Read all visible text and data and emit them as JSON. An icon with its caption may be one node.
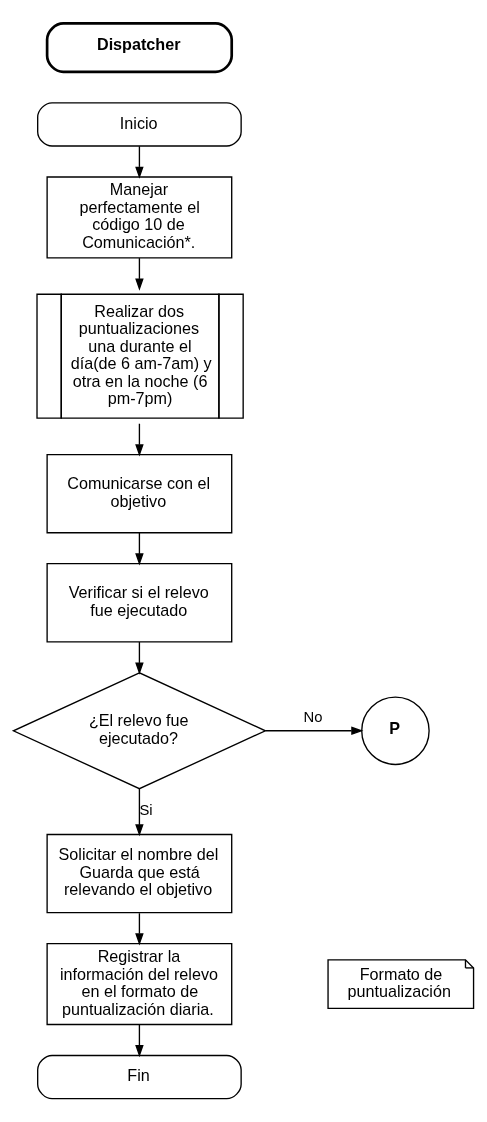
{
  "diagram": {
    "nodes": [
      {
        "text": [
          "Dispatcher"
        ]
      },
      {
        "text": [
          "Inicio"
        ]
      },
      {
        "text": [
          "Manejar perfectamente el código 10 de Comunicación*."
        ]
      },
      {
        "text": [
          "Realizar dos puntualizaciones una durante el día(de 6 am-7am) y otra en la noche (6 pm-7pm)"
        ]
      },
      {
        "text": [
          "Comunicarse con el objetivo"
        ]
      },
      {
        "text": [
          "Verificar si el relevo fue ejecutado"
        ]
      },
      {
        "text": [
          "¿El relevo fue ejecutado?"
        ]
      },
      {
        "text": [
          "P"
        ]
      },
      {
        "text": [
          "Solicitar el nombre del Guarda que está relevando el objetivo"
        ]
      },
      {
        "text": [
          "Registrar la información del relevo en el formato de puntualización diaria."
        ]
      },
      {
        "text": [
          "Formato de puntualización"
        ]
      },
      {
        "text": [
          "Fin"
        ]
      }
    ],
    "edges": [
      {
        "from": 1,
        "to": 2,
        "arrow": "to"
      },
      {
        "from": 2,
        "to": 3,
        "arrow": "to"
      },
      {
        "from": 3,
        "to": 4,
        "arrow": "to"
      },
      {
        "from": 4,
        "to": 5,
        "arrow": "to"
      },
      {
        "from": 5,
        "to": 6,
        "arrow": "to"
      },
      {
        "from": 6,
        "to": 7,
        "label": "No",
        "arrow": "to"
      },
      {
        "from": 6,
        "to": 8,
        "label": "Si",
        "arrow": "to"
      },
      {
        "from": 8,
        "to": 9,
        "arrow": "to"
      },
      {
        "from": 9,
        "to": 11,
        "arrow": "to"
      }
    ]
  }
}
